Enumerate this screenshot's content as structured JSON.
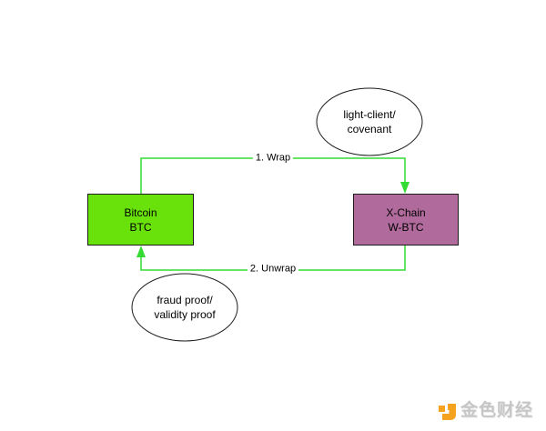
{
  "diagram": {
    "edge_color": "#33db33",
    "node_border_color": "#1c1c1c",
    "nodes": {
      "bitcoin": {
        "title": "Bitcoin",
        "subtitle": "BTC",
        "fill": "#69e10a"
      },
      "xchain": {
        "title": "X-Chain",
        "subtitle": "W-BTC",
        "fill": "#b06a9c"
      }
    },
    "annotations": {
      "light_client": {
        "line1": "light-client/",
        "line2": "covenant"
      },
      "fraud_proof": {
        "line1": "fraud proof/",
        "line2": "validity proof"
      }
    },
    "edges": {
      "wrap": {
        "label": "1. Wrap"
      },
      "unwrap": {
        "label": "2. Unwrap"
      }
    }
  },
  "watermark": {
    "text": "金色财经",
    "logo_color": "#f5a31f",
    "text_color": "#c6c6c6"
  }
}
